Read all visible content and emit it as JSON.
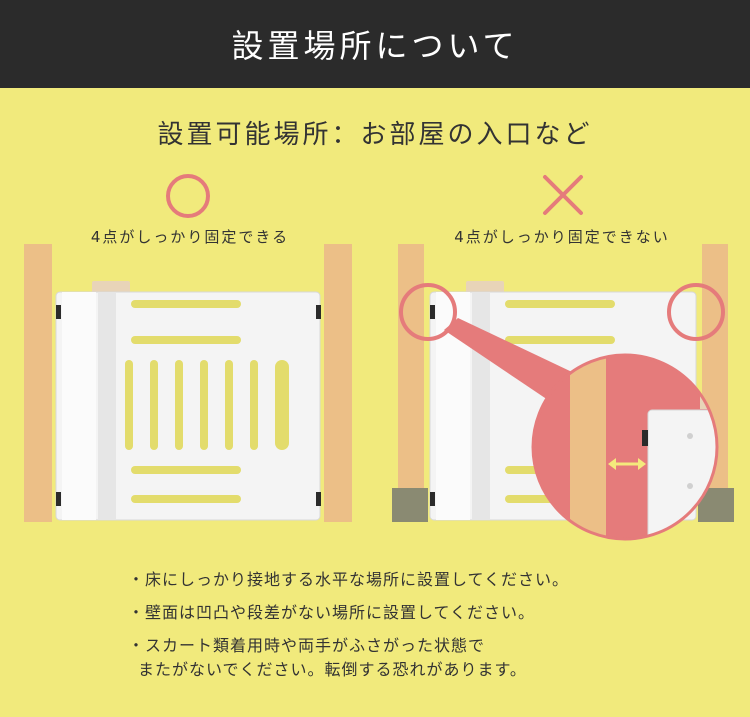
{
  "header": {
    "title": "設置場所について"
  },
  "subtitle": "設置可能場所：お部屋の入口など",
  "good": {
    "mark": "circle-mark",
    "label": "4点がしっかり固定できる"
  },
  "bad": {
    "mark": "cross-mark",
    "label": "4点がしっかり固定できない"
  },
  "notes": [
    {
      "line1": "・床にしっかり接地する水平な場所に設置してください。"
    },
    {
      "line1": "・壁面は凹凸や段差がない場所に設置してください。"
    },
    {
      "line1": "・スカート類着用時や両手がふさがった状態で",
      "line2": "またがないでください。転倒する恐れがあります。"
    }
  ],
  "colors": {
    "background": "#f1ea7c",
    "header": "#2b2b2b",
    "wall": "#ecbf87",
    "accent": "#e57b7b",
    "gate": "#f4f4f4",
    "floor_block": "#8a8a72"
  }
}
